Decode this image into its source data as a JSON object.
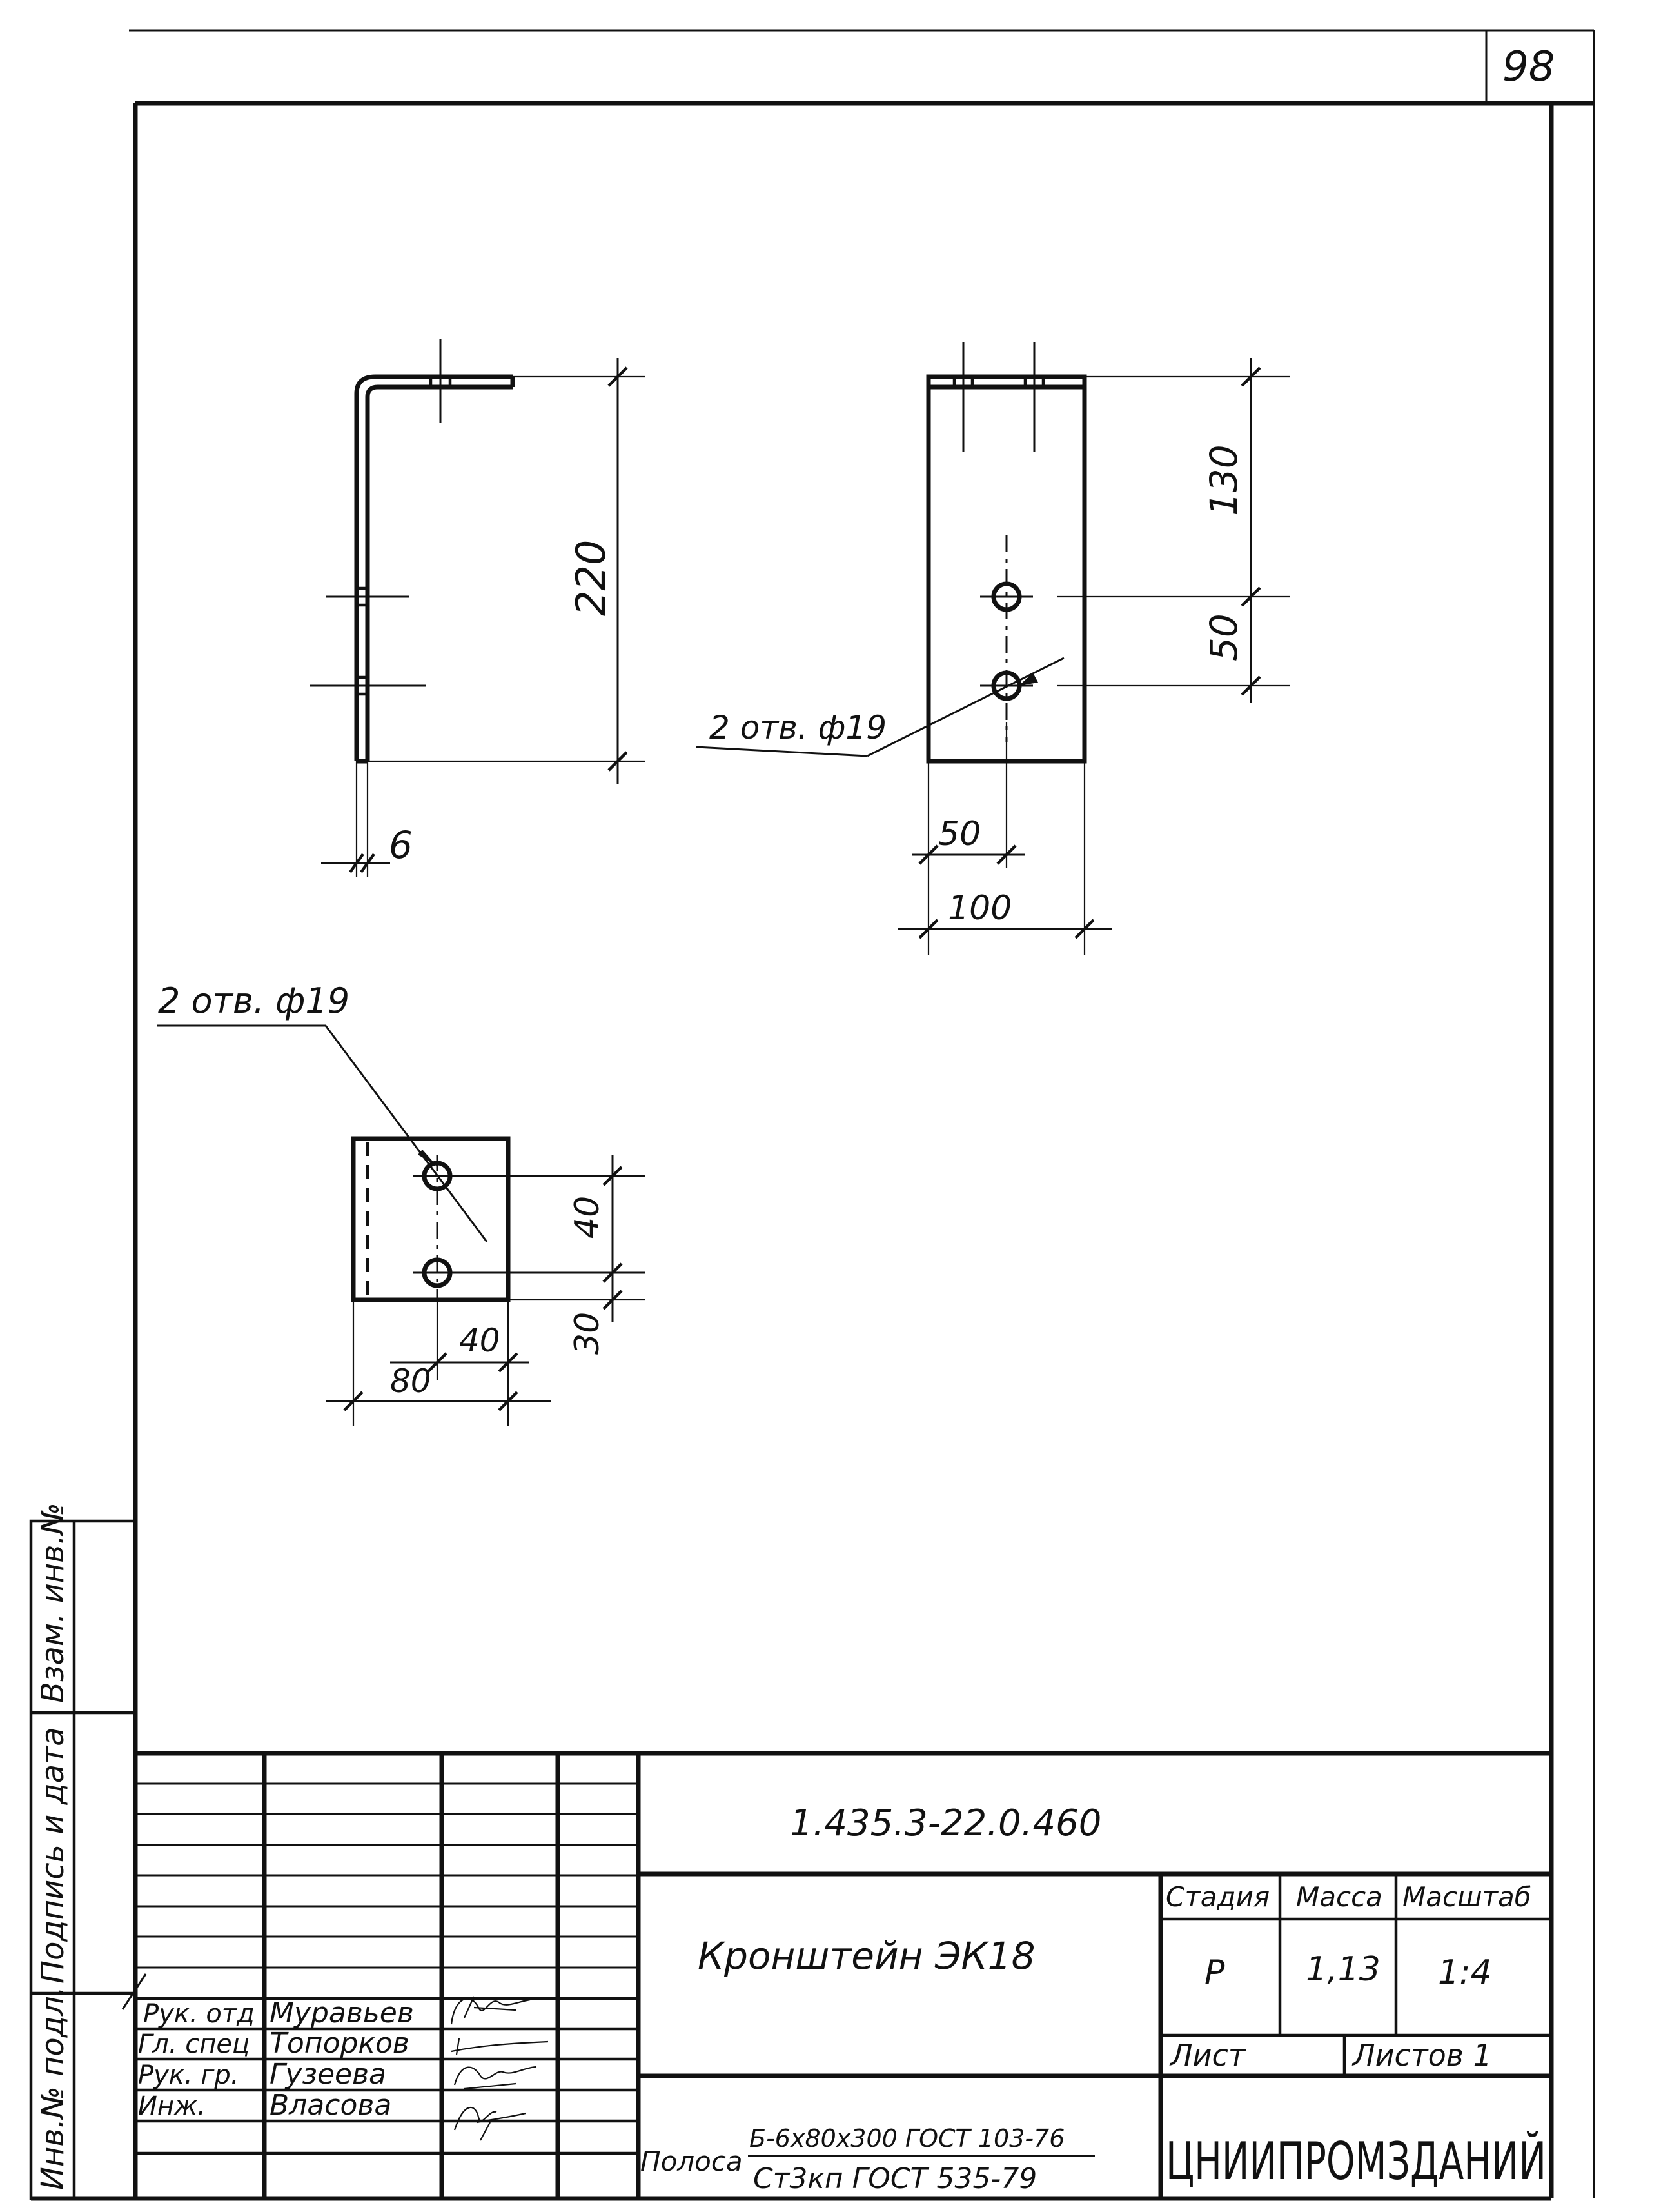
{
  "sheet": {
    "page_number": "98",
    "document_code": "1.435.3-22.0.460",
    "title": "Кронштейн ЭК18",
    "organization": "ЦНИИПРОМЗДАНИЙ",
    "material": {
      "prefix": "Полоса",
      "numerator": "Б-6x80x300 ГОСТ 103-76",
      "denominator": "Ст3кп ГОСТ 535-79"
    }
  },
  "title_block": {
    "headers": {
      "stage": "Стадия",
      "mass": "Масса",
      "scale": "Масштаб",
      "sheet": "Лист",
      "sheets": "Листов 1"
    },
    "values": {
      "stage": "Р",
      "mass": "1,13",
      "scale": "1:4"
    },
    "staff": [
      {
        "role": "Рук. отд",
        "name": "Муравьев"
      },
      {
        "role": "Гл. спец",
        "name": "Топорков"
      },
      {
        "role": "Рук. гр.",
        "name": "Гузеева"
      },
      {
        "role": "Инж.",
        "name": "Власова"
      }
    ]
  },
  "side_stamp": {
    "inv_podl": "Инв.№ подл.",
    "signature_date": "Подпись и дата",
    "vzam_inv": "Взам. инв.№"
  },
  "drawings": {
    "side_view": {
      "dim_height": "220",
      "dim_thickness": "6"
    },
    "front_view": {
      "dim_top": "130",
      "dim_between": "50",
      "dim_half_width": "50",
      "dim_width": "100",
      "holes_note": "2 отв. ф19"
    },
    "plan_view": {
      "holes_note": "2 отв. ф19",
      "dim_between": "40",
      "dim_edge": "30",
      "dim_half_width": "40",
      "dim_width": "80"
    }
  }
}
